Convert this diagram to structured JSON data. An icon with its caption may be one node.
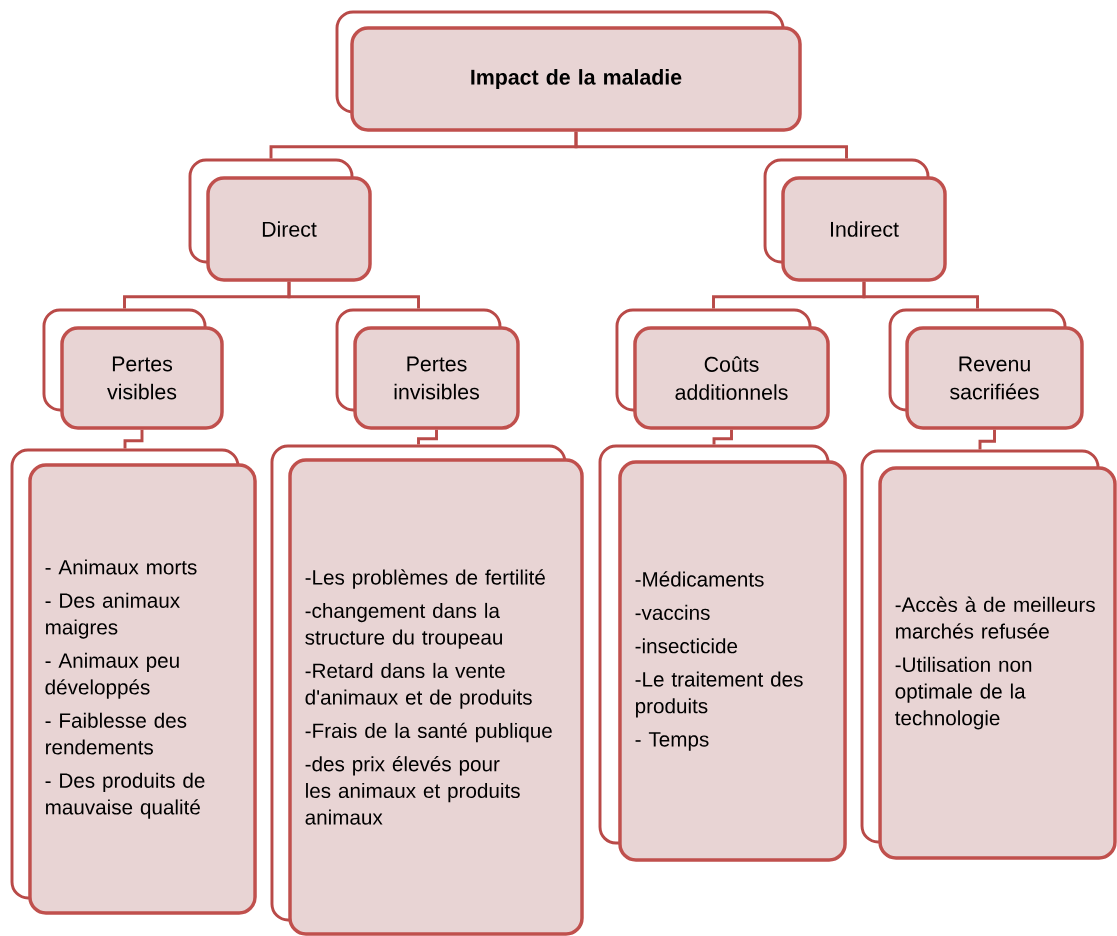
{
  "diagram": {
    "nodes": [
      {
        "text": [
          "Impact de la maladie"
        ]
      },
      {
        "text": [
          "Direct"
        ]
      },
      {
        "text": [
          "Indirect"
        ]
      },
      {
        "text": [
          "Pertes visibles"
        ]
      },
      {
        "text": [
          "Pertes invisibles"
        ]
      },
      {
        "text": [
          "Coûts additionnels"
        ]
      },
      {
        "text": [
          "Revenu sacrifiées"
        ]
      },
      {
        "text": [
          "- Animaux morts",
          "- Des animaux maigres",
          "- Animaux peu développés",
          "- Faiblesse des rendements",
          "- Des produits de mauvaise qualité"
        ]
      },
      {
        "text": [
          "-Les problèmes de fertilité",
          "-changement dans la structure du troupeau",
          "-Retard dans la vente d'animaux et de produits",
          "-Frais de la santé publique",
          "-des prix élevés pour les animaux et produits animaux"
        ]
      },
      {
        "text": [
          "-Médicaments",
          "-vaccins",
          "-insecticide",
          "-Le traitement des produits",
          "- Temps"
        ]
      },
      {
        "text": [
          "-Accès à de meilleurs marchés refusée",
          "-Utilisation non optimale de la technologie"
        ]
      }
    ],
    "edges": [
      {
        "from": 0,
        "to": 1,
        "arrow": "none"
      },
      {
        "from": 0,
        "to": 2,
        "arrow": "none"
      },
      {
        "from": 1,
        "to": 3,
        "arrow": "none"
      },
      {
        "from": 1,
        "to": 4,
        "arrow": "none"
      },
      {
        "from": 2,
        "to": 5,
        "arrow": "none"
      },
      {
        "from": 2,
        "to": 6,
        "arrow": "none"
      },
      {
        "from": 3,
        "to": 7,
        "arrow": "none"
      },
      {
        "from": 4,
        "to": 8,
        "arrow": "none"
      },
      {
        "from": 5,
        "to": 9,
        "arrow": "none"
      },
      {
        "from": 6,
        "to": 10,
        "arrow": "none"
      }
    ]
  }
}
